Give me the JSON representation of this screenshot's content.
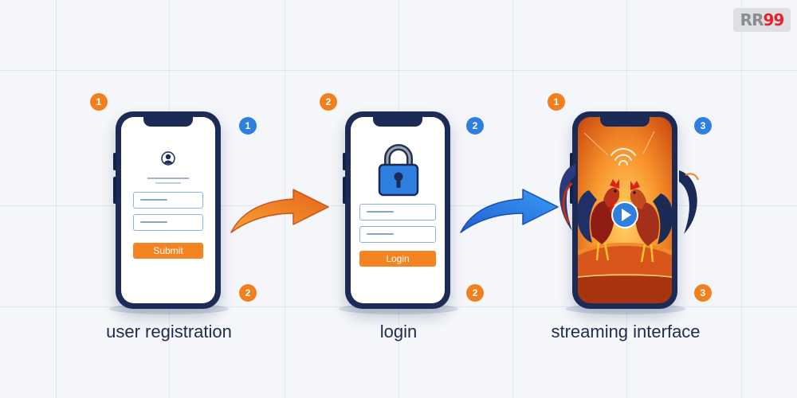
{
  "logo": {
    "main": "RR",
    "accent": "99"
  },
  "steps": [
    {
      "label": "user registration",
      "button": "Submit",
      "top_left_badge": "1",
      "top_right_badge": "1",
      "bottom_right_badge": "2"
    },
    {
      "label": "login",
      "button": "Login",
      "top_left_badge": "2",
      "top_right_badge": "2",
      "bottom_right_badge": "2"
    },
    {
      "label": "streaming interface",
      "top_left_badge": "1",
      "top_right_badge": "3",
      "bottom_right_badge": "3"
    }
  ],
  "colors": {
    "accent_orange": "#f48321",
    "accent_blue": "#2f7fe0",
    "phone_frame": "#1c2b55",
    "label_text": "#1f2d4a"
  },
  "icons": {
    "registration": "user-avatar-icon",
    "login": "padlock-icon",
    "streaming": "play-icon"
  }
}
